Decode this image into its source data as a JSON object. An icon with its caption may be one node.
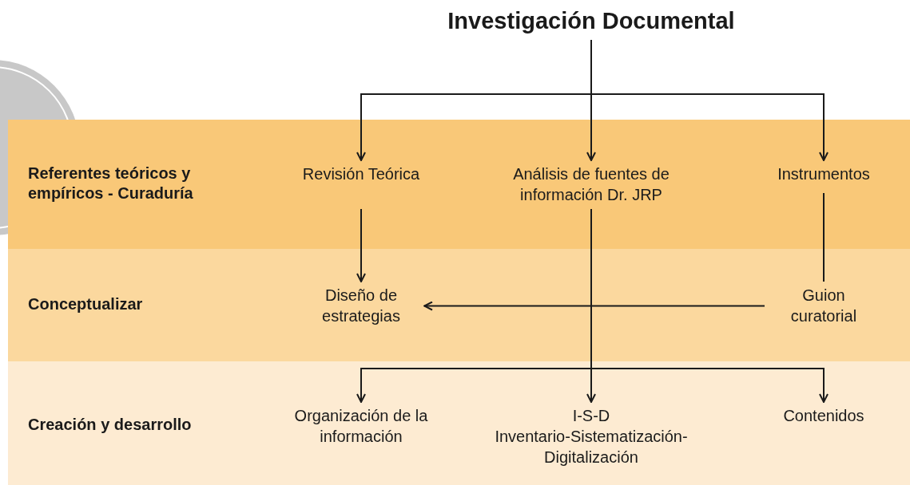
{
  "diagram": {
    "nodes": [
      {
        "text": [
          "Investigación Documental"
        ]
      },
      {
        "text": [
          "Referentes teóricos y empíricos - Curaduría"
        ]
      },
      {
        "text": [
          "Revisión Teórica"
        ],
        "in": 1
      },
      {
        "text": [
          "Análisis de fuentes de información Dr. JRP"
        ],
        "in": 1
      },
      {
        "text": [
          "Instrumentos"
        ],
        "in": 1
      },
      {
        "text": [
          "Conceptualizar"
        ]
      },
      {
        "text": [
          "Diseño de estrategias"
        ],
        "in": 5
      },
      {
        "text": [
          "Guion curatorial"
        ],
        "in": 5
      },
      {
        "text": [
          "Creación y desarrollo"
        ]
      },
      {
        "text": [
          "Organización de la información"
        ],
        "in": 8
      },
      {
        "text": [
          "I-S-D",
          "Inventario-Sistematización-Digitalización"
        ],
        "in": 8
      },
      {
        "text": [
          "Contenidos"
        ],
        "in": 8
      }
    ],
    "edges": [
      {
        "from": 0,
        "to": 2,
        "arrow": "to"
      },
      {
        "from": 0,
        "to": 3,
        "arrow": "to"
      },
      {
        "from": 0,
        "to": 4,
        "arrow": "to"
      },
      {
        "from": 2,
        "to": 6,
        "arrow": "to"
      },
      {
        "from": 4,
        "to": 7,
        "arrow": "none"
      },
      {
        "from": 7,
        "to": 6,
        "arrow": "to"
      },
      {
        "from": 3,
        "to": 9,
        "arrow": "to"
      },
      {
        "from": 3,
        "to": 10,
        "arrow": "to"
      },
      {
        "from": 3,
        "to": 11,
        "arrow": "to"
      }
    ]
  }
}
